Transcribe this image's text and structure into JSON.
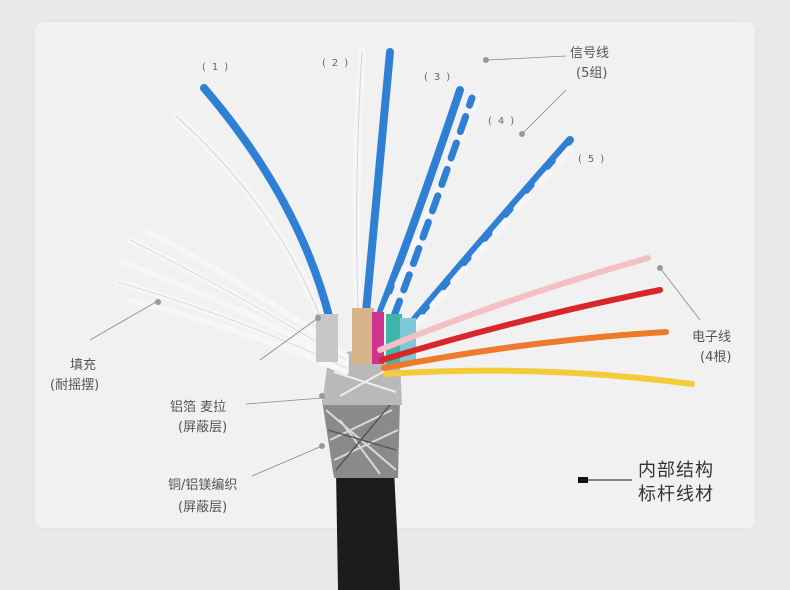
{
  "wire_numbers": [
    "(1)",
    "(2)",
    "(3)",
    "(4)",
    "(5)"
  ],
  "signal_wire": {
    "label": "信号线",
    "sub": "(5组)"
  },
  "filler": {
    "label": "填充",
    "sub": "(耐摇摆)"
  },
  "foil": {
    "label": "铝箔 麦拉",
    "sub": "(屏蔽层)"
  },
  "braid": {
    "label": "铜/铝镁编织",
    "sub": "(屏蔽层)"
  },
  "electronic_wire": {
    "label": "电子线",
    "sub": "(4根)"
  },
  "legend": {
    "line1": "内部结构",
    "line2": "标杆线材"
  },
  "colors": {
    "blue_wire": "#2f7fd4",
    "white_wire": "#f4f4f4",
    "jacket": "#1c1c1c",
    "red": "#d9262b",
    "orange": "#ef7a2c",
    "yellow": "#f2cc39",
    "pink": "#f3c1c4"
  }
}
